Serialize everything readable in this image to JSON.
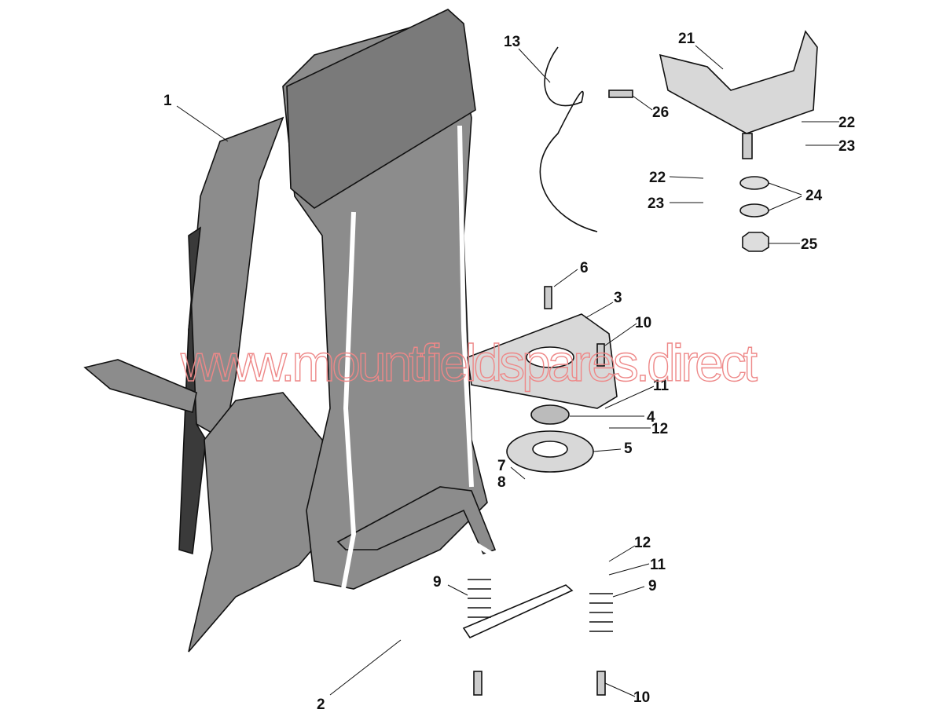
{
  "diagram": {
    "watermark": "www.mountfieldspares.direct",
    "colors": {
      "padding": "#8c8c8c",
      "padding_dark": "#3a3a3a",
      "frame": "#ffffff",
      "metal": "#d8d8d8",
      "watermark": "#e88888"
    },
    "labels": {
      "p1": "1",
      "p2": "2",
      "p3": "3",
      "p4": "4",
      "p5": "5",
      "p6": "6",
      "p7": "7",
      "p8": "8",
      "p9a": "9",
      "p9b": "9",
      "p10a": "10",
      "p10b": "10",
      "p11a": "11",
      "p11b": "11",
      "p12a": "12",
      "p12b": "12",
      "p13": "13",
      "p21": "21",
      "p22a": "22",
      "p22b": "22",
      "p23a": "23",
      "p23b": "23",
      "p24": "24",
      "p25": "25",
      "p26": "26"
    }
  }
}
